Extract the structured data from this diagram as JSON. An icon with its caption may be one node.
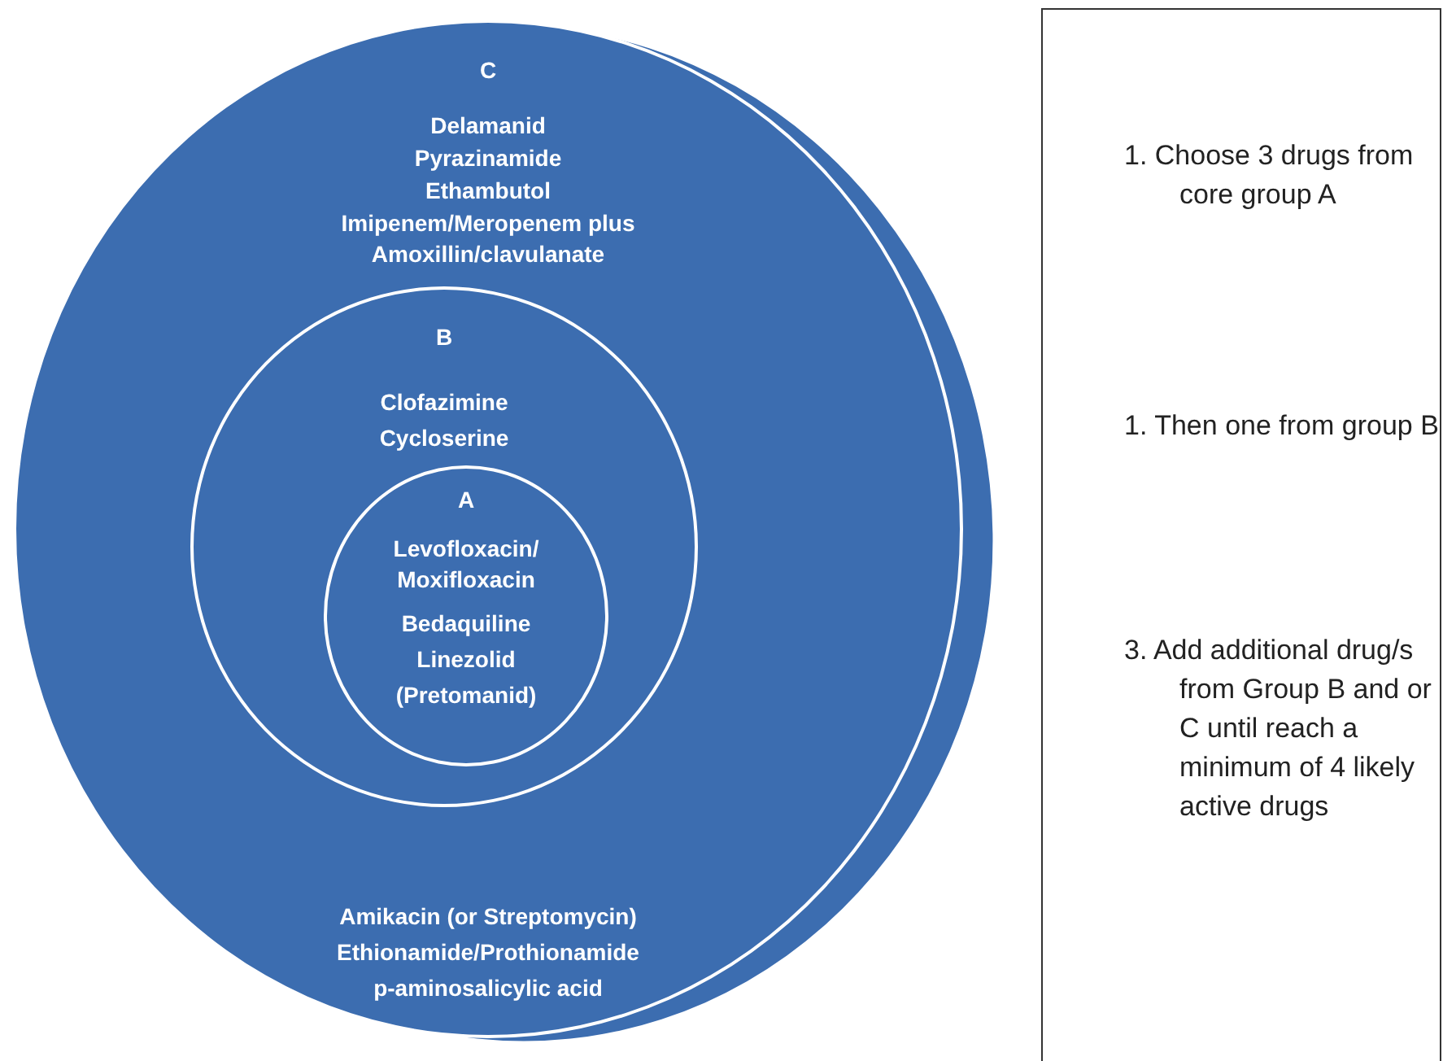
{
  "diagram": {
    "nodes": [
      {
        "text": [
          "C",
          "Delamanid",
          "Pyrazinamide",
          "Ethambutol",
          "Imipenem/Meropenem plus Amoxillin/clavulanate",
          "Amikacin (or Streptomycin)",
          "Ethionamide/Prothionamide",
          "p-aminosalicylic acid"
        ]
      },
      {
        "text": [
          "B",
          "Clofazimine",
          "Cycloserine"
        ],
        "in": 0
      },
      {
        "text": [
          "A",
          "Levofloxacin/ Moxifloxacin",
          "Bedaquiline",
          "Linezolid",
          "(Pretomanid)"
        ],
        "in": 1
      },
      {
        "text": [
          "1. Choose 3 drugs from core group A",
          "1. Then one from group B",
          "3. Add additional drug/s from Group B and or C until reach a minimum of 4 likely active drugs"
        ]
      }
    ],
    "edges": []
  }
}
